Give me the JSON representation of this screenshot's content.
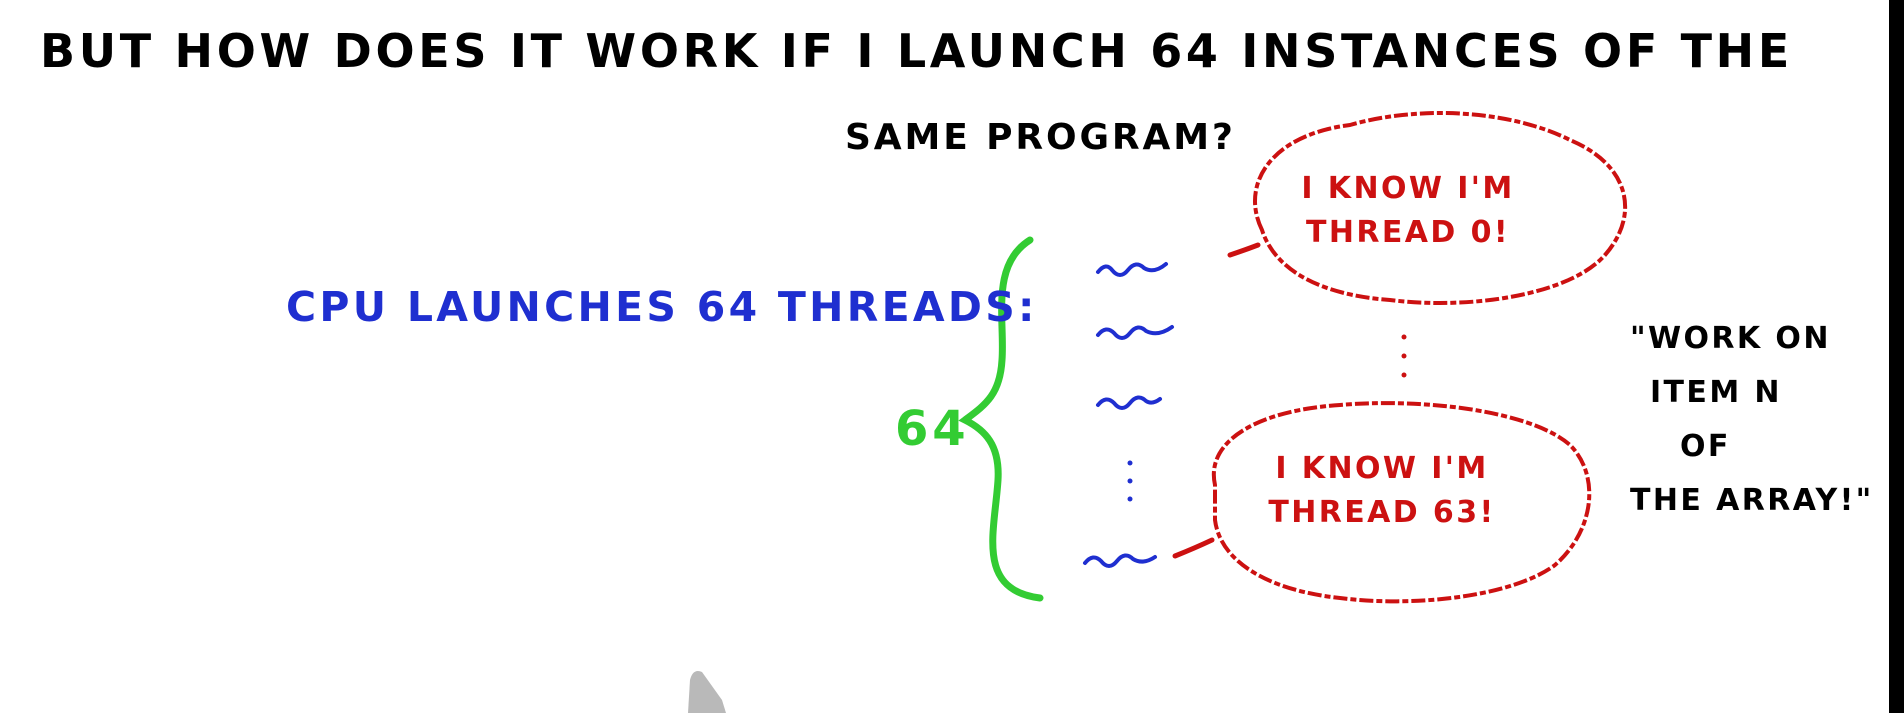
{
  "title": {
    "line1": "But how does it work if I launch 64 instances of the",
    "line2": "same program?"
  },
  "cpu_label": "CPU launches 64 threads:",
  "thread_count_label": "64",
  "bubble_top": {
    "line1": "I know I'm",
    "line2": "thread 0!"
  },
  "bubble_bottom": {
    "line1": "I know I'm",
    "line2": "thread 63!"
  },
  "annotation": [
    "\"Work on",
    "item N",
    "of",
    "the array!\""
  ],
  "colors": {
    "ink": "#000000",
    "blue": "#1f2fd0",
    "green": "#33cc33",
    "red": "#cc1111"
  }
}
